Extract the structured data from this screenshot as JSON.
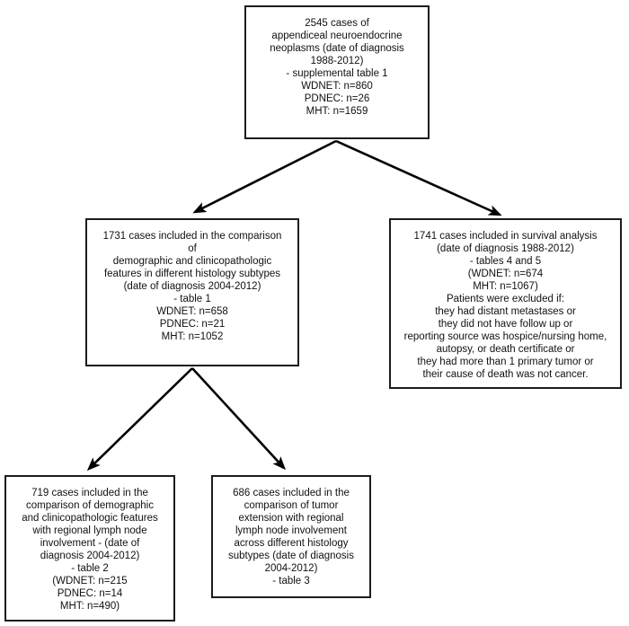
{
  "diagram": {
    "type": "flowchart",
    "colors": {
      "background": "#ffffff",
      "node_border": "#1c1c1c",
      "text": "#111111",
      "arrow": "#000000"
    },
    "nodes": {
      "cohort": {
        "lines": [
          "2545 cases of",
          "appendiceal neuroendocrine",
          "neoplasms (date of diagnosis",
          "1988-2012)",
          "- supplemental table 1",
          "WDNET: n=860",
          "PDNEC: n=26",
          "MHT: n=1659"
        ]
      },
      "comparison": {
        "lines": [
          "1731 cases included in the comparison",
          "of",
          "demographic and clinicopathologic",
          "features in different histology subtypes",
          "(date of diagnosis 2004-2012)",
          "- table 1",
          "WDNET: n=658",
          "PDNEC: n=21",
          "MHT: n=1052"
        ]
      },
      "survival": {
        "lines": [
          "1741 cases included in survival analysis",
          "(date of diagnosis 1988-2012)",
          "- tables 4 and 5",
          "(WDNET: n=674",
          "MHT: n=1067)",
          "Patients were excluded if:",
          "they had distant metastases or",
          "they did not have follow up or",
          "reporting source was hospice/nursing home,",
          "autopsy, or death certificate or",
          "they had more than 1 primary tumor or",
          "their cause of death was not cancer."
        ]
      },
      "lymph_node": {
        "lines": [
          "719 cases included in the",
          "comparison of demographic",
          "and clinicopathologic features",
          "with regional lymph node",
          "involvement - (date of",
          "diagnosis 2004-2012)",
          "- table 2",
          "(WDNET: n=215",
          "PDNEC: n=14",
          "MHT: n=490)"
        ]
      },
      "tumor_extension": {
        "lines": [
          "686 cases included in the",
          "comparison of tumor",
          "extension with regional",
          "lymph node involvement",
          "across different histology",
          "subtypes (date of diagnosis",
          "2004-2012)",
          "- table 3"
        ]
      }
    },
    "edges": [
      {
        "from": "cohort",
        "to": "comparison"
      },
      {
        "from": "cohort",
        "to": "survival"
      },
      {
        "from": "comparison",
        "to": "lymph_node"
      },
      {
        "from": "comparison",
        "to": "tumor_extension"
      }
    ]
  }
}
